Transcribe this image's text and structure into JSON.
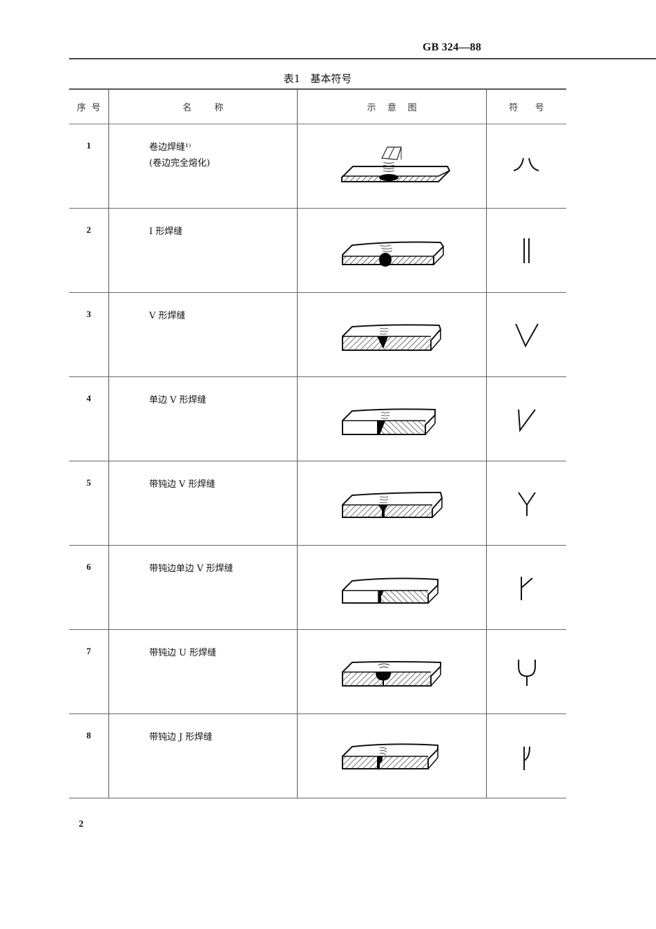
{
  "header": {
    "standard_code": "GB 324—88"
  },
  "table": {
    "title": "表1   基本符号",
    "columns": [
      "序  号",
      "名        称",
      "示    意    图",
      "符      号"
    ],
    "rows": [
      {
        "no": "1",
        "name": "卷边焊缝¹⁾",
        "name_note": "(卷边完全熔化)",
        "diagram": "flanged-butt-weld-diagram",
        "symbol": "flanged-weld-symbol"
      },
      {
        "no": "2",
        "name": "I 形焊缝",
        "name_note": "",
        "diagram": "square-butt-weld-diagram",
        "symbol": "i-weld-symbol"
      },
      {
        "no": "3",
        "name": "V 形焊缝",
        "name_note": "",
        "diagram": "v-butt-weld-diagram",
        "symbol": "v-weld-symbol"
      },
      {
        "no": "4",
        "name": "单边 V 形焊缝",
        "name_note": "",
        "diagram": "single-bevel-weld-diagram",
        "symbol": "single-bevel-symbol"
      },
      {
        "no": "5",
        "name": "带钝边 V 形焊缝",
        "name_note": "",
        "diagram": "v-root-face-weld-diagram",
        "symbol": "y-weld-symbol"
      },
      {
        "no": "6",
        "name": "带钝边单边 V 形焊缝",
        "name_note": "",
        "diagram": "bevel-root-face-weld-diagram",
        "symbol": "half-y-symbol"
      },
      {
        "no": "7",
        "name": "带钝边 U 形焊缝",
        "name_note": "",
        "diagram": "u-weld-diagram",
        "symbol": "u-weld-symbol"
      },
      {
        "no": "8",
        "name": "带钝边 J 形焊缝",
        "name_note": "",
        "diagram": "j-weld-diagram",
        "symbol": "j-weld-symbol"
      }
    ]
  },
  "footer": {
    "page_number": "2"
  }
}
